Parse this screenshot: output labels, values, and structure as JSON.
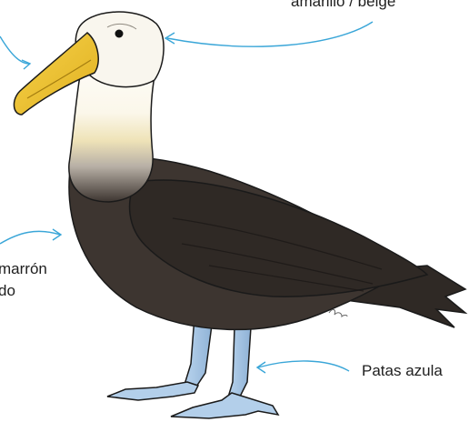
{
  "labels": {
    "head_color": "amarillo / beige",
    "body_color_line1": "marrón",
    "body_color_line2": "do",
    "legs": "Patas azula"
  },
  "colors": {
    "arrow": "#3aa6d8",
    "head": "#f7f3e6",
    "head_tint": "#efe1a8",
    "beak": "#f2c530",
    "body": "#3d3530",
    "wing": "#2f2925",
    "legs": "#a9c8e6",
    "outline": "#1a1a1a"
  },
  "icons": {
    "subject": "waved-albatross-illustration",
    "signature": "artist-signature"
  }
}
